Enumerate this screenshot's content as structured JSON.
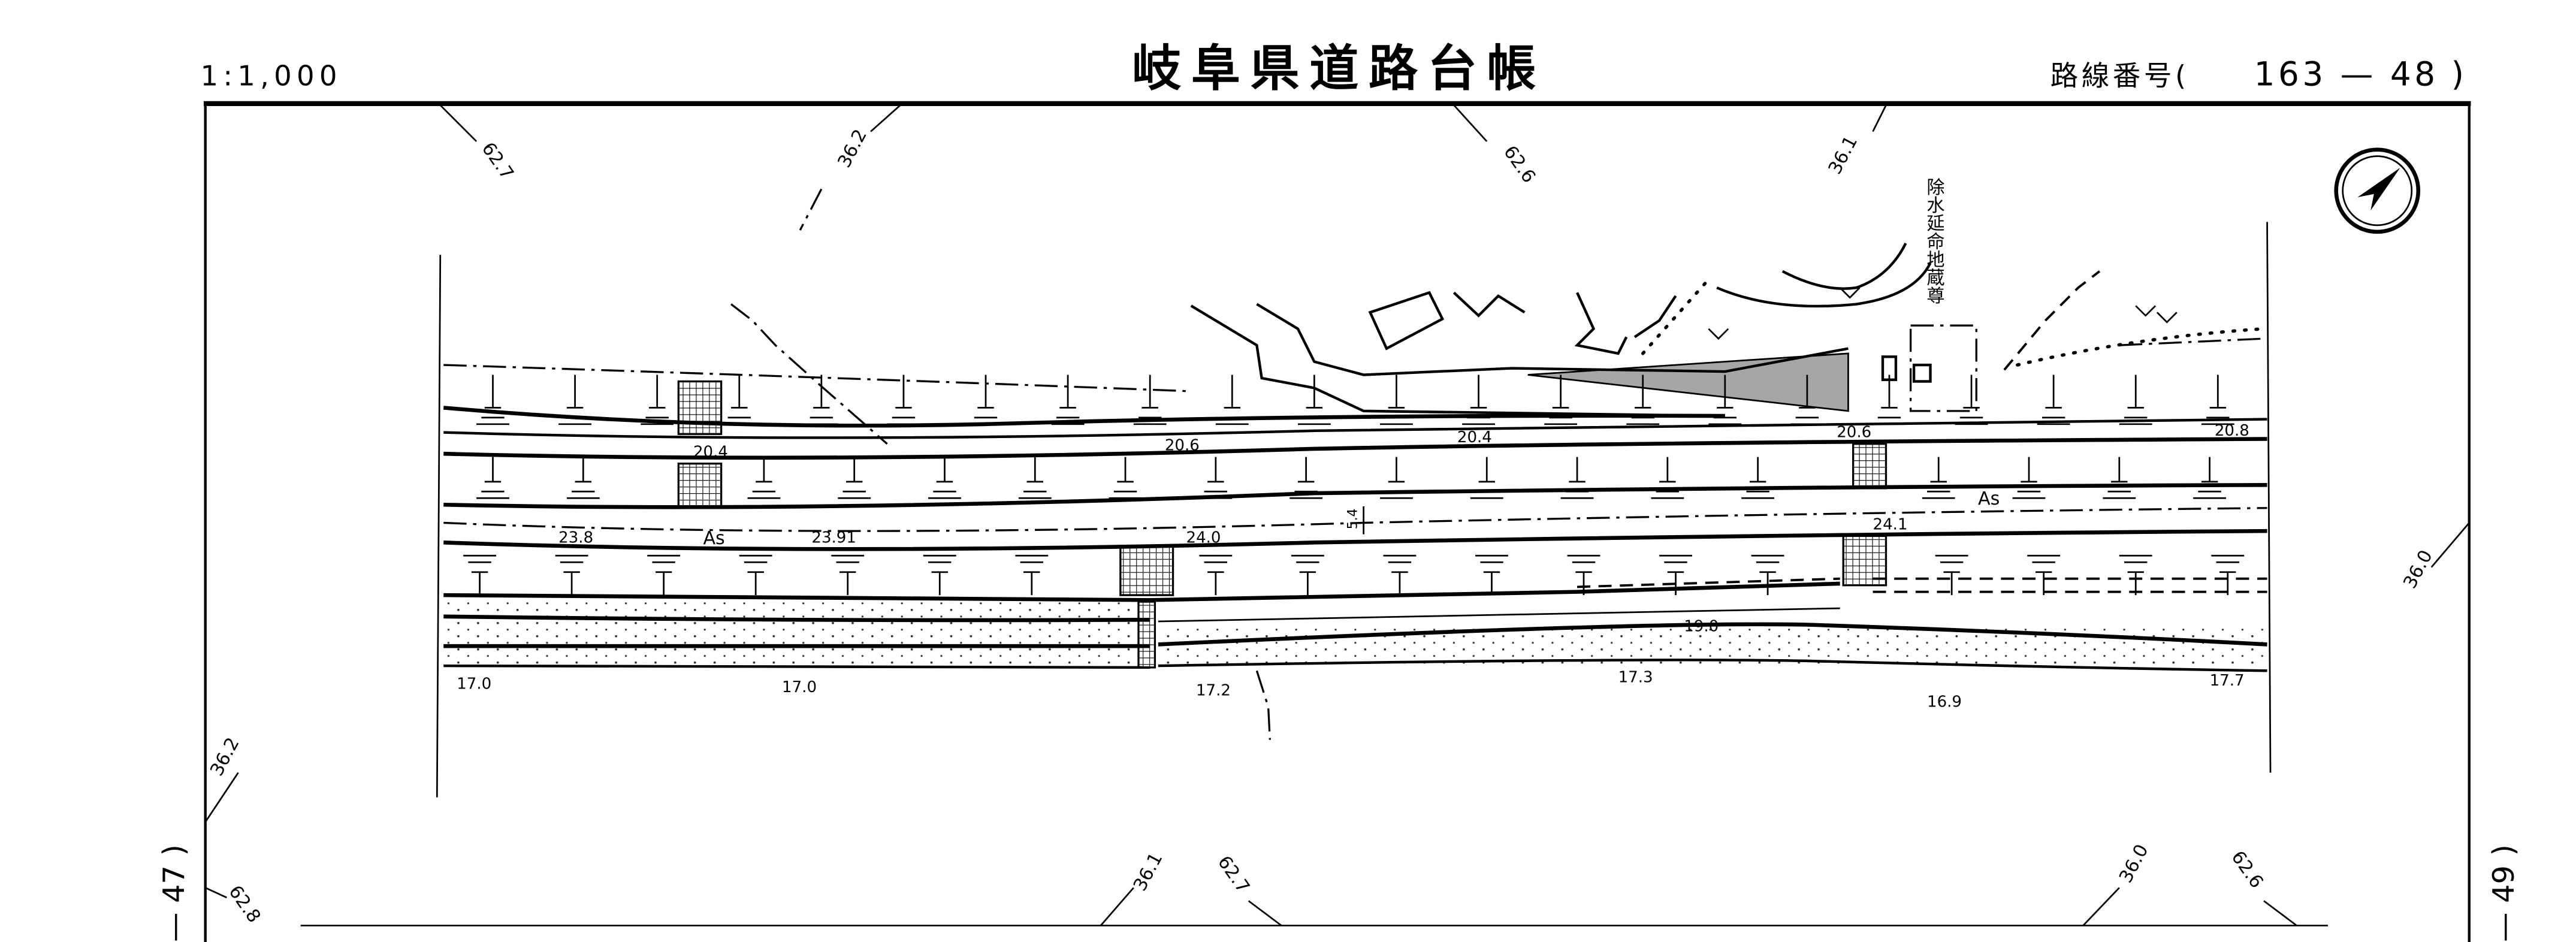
{
  "header": {
    "scale": "1:1,000",
    "title": "岐阜県道路台帳",
    "route_label": "路線番号(",
    "route_number": "163 — 48",
    "route_close": ")"
  },
  "adjacent_sheets": {
    "left": "— 47 )",
    "right": "— 49 )"
  },
  "landmark": "除水延命地蔵尊",
  "contour_labels": [
    "62.7",
    "36.2",
    "62.6",
    "36.1",
    "36.0",
    "36.2",
    "62.8",
    "36.1",
    "62.7",
    "36.0",
    "62.6"
  ],
  "spot_heights": [
    "20.4",
    "20.6",
    "20.4",
    "20.6",
    "20.8",
    "23.8",
    "23.91",
    "24.0",
    "24.1",
    "19.0",
    "17.0",
    "17.0",
    "17.2",
    "17.3",
    "16.9",
    "17.7"
  ],
  "surface_labels": [
    "As",
    "As"
  ],
  "width_label": "5.4",
  "icons": {
    "north_arrow": "north-arrow-icon"
  }
}
